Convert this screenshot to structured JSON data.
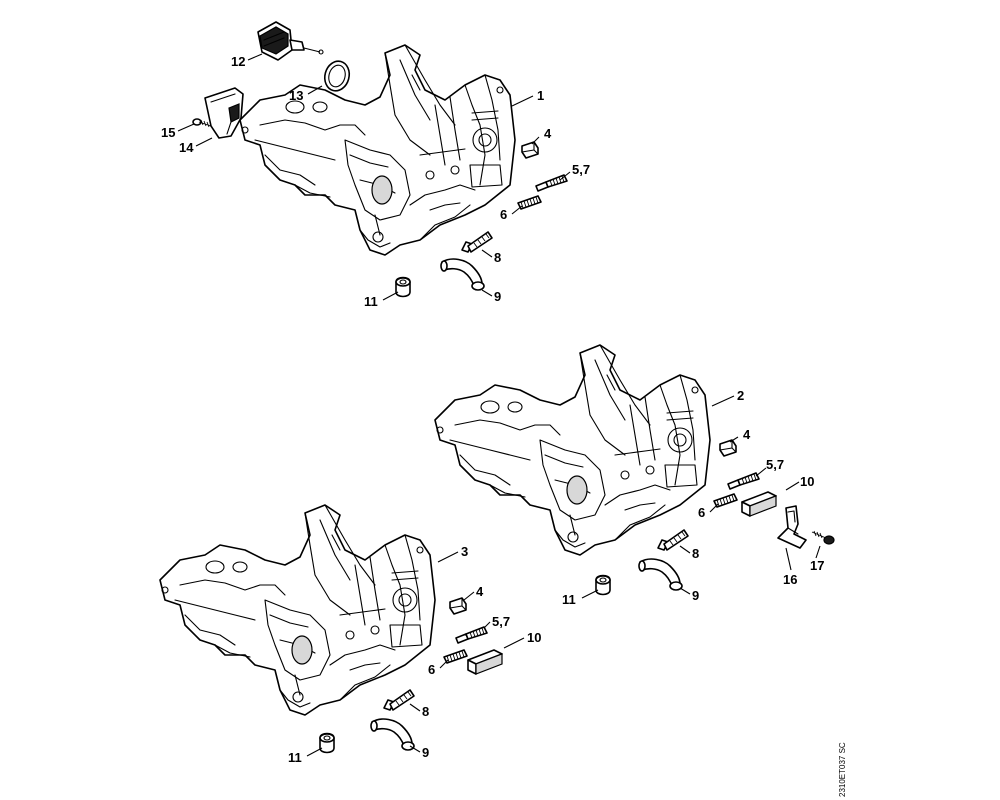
{
  "diagram_code": "2310ET037 SC",
  "callouts": {
    "c1": "1",
    "c2": "2",
    "c3": "3",
    "c4a": "4",
    "c4b": "4",
    "c4c": "4",
    "c57a": "5,7",
    "c57b": "5,7",
    "c57c": "5,7",
    "c6a": "6",
    "c6b": "6",
    "c6c": "6",
    "c8a": "8",
    "c8b": "8",
    "c8c": "8",
    "c9a": "9",
    "c9b": "9",
    "c9c": "9",
    "c10a": "10",
    "c10b": "10",
    "c11a": "11",
    "c11b": "11",
    "c11c": "11",
    "c12": "12",
    "c13": "13",
    "c14": "14",
    "c15": "15",
    "c16": "16",
    "c17": "17"
  }
}
